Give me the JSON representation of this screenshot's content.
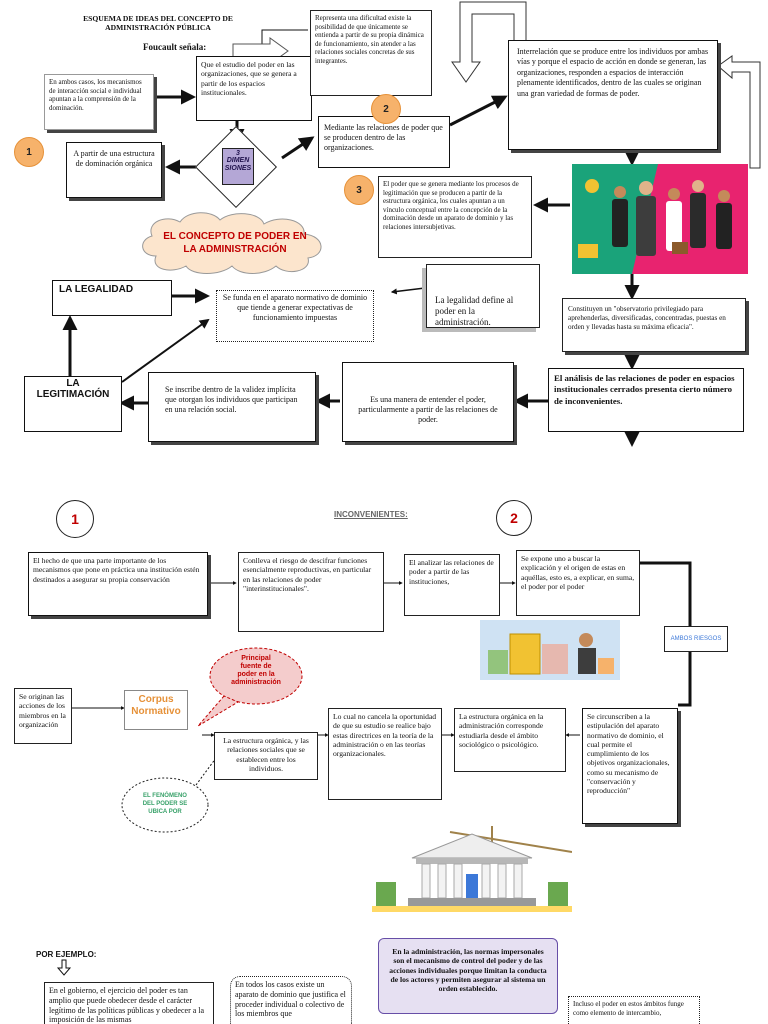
{
  "header": {
    "title_line1": "ESQUEMA DE IDEAS DEL CONCEPTO DE",
    "title_line2": "ADMINISTRACIÓN PÚBLICA",
    "foucault": "Foucault señala:"
  },
  "top": {
    "ambos_casos": "En ambos casos, los mecanismos de interacción social e individual apuntan a la comprensión de la dominación.",
    "que_el_estudio": "Que el estudio del poder en las organizaciones, que se genera a partir de los espacios institucionales.",
    "representa": "Representa una dificultad existe la posibilidad de que únicamente se entienda a partir de su propia dinámica de funcionamiento, sin atender a las relaciones sociales concretas de sus integrantes.",
    "interrelacion": "Interrelación que se produce entre los individuos por ambas vías y porque el espacio de acción en donde se generan, las organizaciones, responden a espacios de interacción plenamente identificados, dentro de las cuales se originan una gran variedad de formas de poder.",
    "estructura_dominacion": "A partir de una estructura de dominación orgánica",
    "dimensiones_l1": "3",
    "dimensiones_l2": "DIMEN",
    "dimensiones_l3": "SIONES",
    "mediante": "Mediante las relaciones de poder que se producen dentro de las organizaciones.",
    "poder_genera": "El poder que se genera mediante los procesos de legitimación que se producen a partir de la estructura orgánica, los cuales apuntan a un vínculo conceptual entre la concepción de la dominación desde un aparato de dominio y las relaciones intersubjetivas.",
    "cloud_line1": "EL CONCEPTO DE PODER EN",
    "cloud_line2": "LA ADMINISTRACIÓN",
    "legalidad": "LA LEGALIDAD",
    "se_funda": "Se funda en el aparato normativo de dominio que tiende a generar expectativas de funcionamiento impuestas",
    "legalidad_define": "La legalidad define al poder en la administración.",
    "constituyen": "Constituyen un \"observatorio privilegiado para aprehenderlas, diversificadas, concentradas, puestas en orden y llevadas hasta su máxima eficacia\".",
    "legitimacion_l1": "LA",
    "legitimacion_l2": "LEGITIMACIÓN",
    "se_inscribe": "Se inscribe dentro de la validez implícita que otorgan los individuos que participan en una relación social.",
    "es_una_manera": "Es una manera de entender el poder, particularmente a partir de las relaciones de poder.",
    "el_analisis": "El análisis de las relaciones de poder en espacios institucionales cerrados presenta cierto número de inconvenientes.",
    "num1": "1",
    "num2": "2",
    "num3": "3"
  },
  "bottom": {
    "inconvenientes": "INCONVENIENTES:",
    "num1": "1",
    "num2": "2",
    "hecho": "El hecho de que una parte importante de los mecanismos que pone en práctica una institución estén destinados a asegurar su propia conservación",
    "conlleva": "Conlleva el riesgo de descifrar funciones esencialmente reproductivas, en particular en las relaciones de poder \"interinstitucionales\".",
    "al_analizar": "El analizar las relaciones de poder a partir de las instituciones,",
    "se_expone": "Se expone uno a buscar la explicación y el origen de estas en aquéllas, esto es, a explicar, en suma, el poder por el poder",
    "ambos_riesgos": "AMBOS RIESGOS",
    "principal_l1": "Principal",
    "principal_l2": "fuente de",
    "principal_l3": "poder en la",
    "principal_l4": "administración",
    "se_originan": "Se originan las acciones de los miembros en la organización",
    "corpus_l1": "Corpus",
    "corpus_l2": "Normativo",
    "estructura_organica": "La estructura orgánica, y las relaciones sociales que se establecen entre los individuos.",
    "lo_cual": "Lo cual no cancela la oportunidad de que su estudio se realice bajo estas directrices en la teoría de la administración o en las teorías organizacionales.",
    "estructura_corresponde": "La estructura orgánica en la administración corresponde estudiarla desde el ámbito sociológico o psicológico.",
    "se_circunscriben": "Se circunscriben a la estipulación del aparato normativo de dominio, el cual permite el cumplimiento de los objetivos organizacionales, como su mecanismo de \"conservación y reproducción\"",
    "fenomeno_l1": "EL FENÓMENO",
    "fenomeno_l2": "DEL PODER SE",
    "fenomeno_l3": "UBICA POR",
    "por_ejemplo": "POR EJEMPLO:",
    "gobierno": "En el gobierno, el ejercicio del poder es tan amplio que puede obedecer desde el carácter legítimo de las políticas públicas y obedecer a la imposición de las mismas",
    "todos_casos": "En todos los casos existe un aparato de dominio que justifica el proceder individual o colectivo de los miembros que",
    "normas": "En la administración, las normas impersonales son el mecanismo de control del poder y de las acciones individuales porque limitan la conducta de los actores y permiten asegurar al sistema un orden establecido.",
    "incluso": "Incluso el poder en estos ámbitos funge como elemento de intercambio,"
  }
}
